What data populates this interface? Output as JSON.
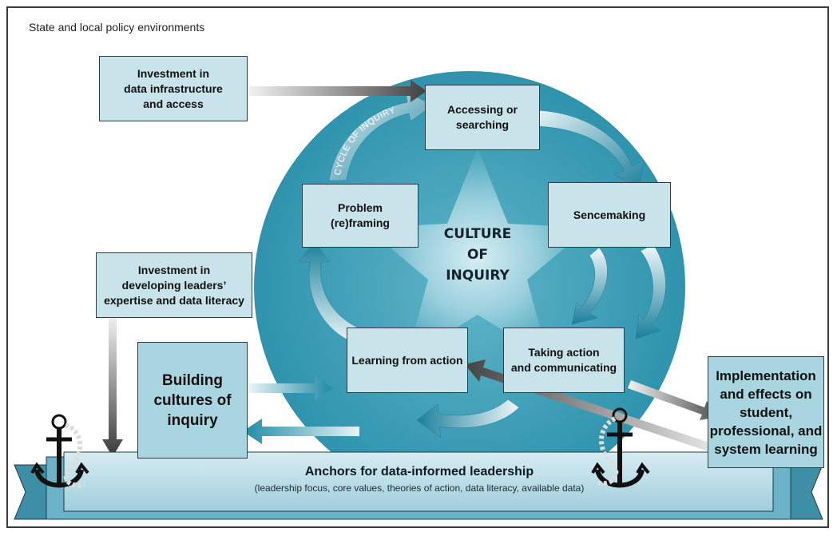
{
  "diagram": {
    "frame_label": "State and local policy environments",
    "center": {
      "title_lines": [
        "CULTURE",
        "OF",
        "INQUIRY"
      ]
    },
    "cycle_label": "CYCLE OF INQUIRY",
    "cycle_steps": {
      "accessing": "Accessing or\nsearching",
      "sensemaking": "Sencemaking",
      "taking_action": "Taking action\nand communicating",
      "learning": "Learning from action",
      "problem": "Problem\n(re)framing"
    },
    "investment_infrastructure": "Investment in\ndata infrastructure\nand access",
    "investment_leaders": "Investment in\ndeveloping leaders’\nexpertise and data literacy",
    "building_cultures": "Building\ncultures of\ninquiry",
    "implementation": "Implementation\nand effects on\nstudent,\nprofessional, and\nsystem learning",
    "anchors": {
      "title": "Anchors for data-informed leadership",
      "subtitle": "(leadership focus, core values, theories of action, data literacy, available data)"
    },
    "colors": {
      "circle": "#3b9db6",
      "box_light": "#c9e3ea",
      "box_mid": "#a9d5e0",
      "arrow_teal": "#1f8aa6",
      "arrow_gray": "#5a5a5a",
      "border": "#2b3c44"
    }
  }
}
